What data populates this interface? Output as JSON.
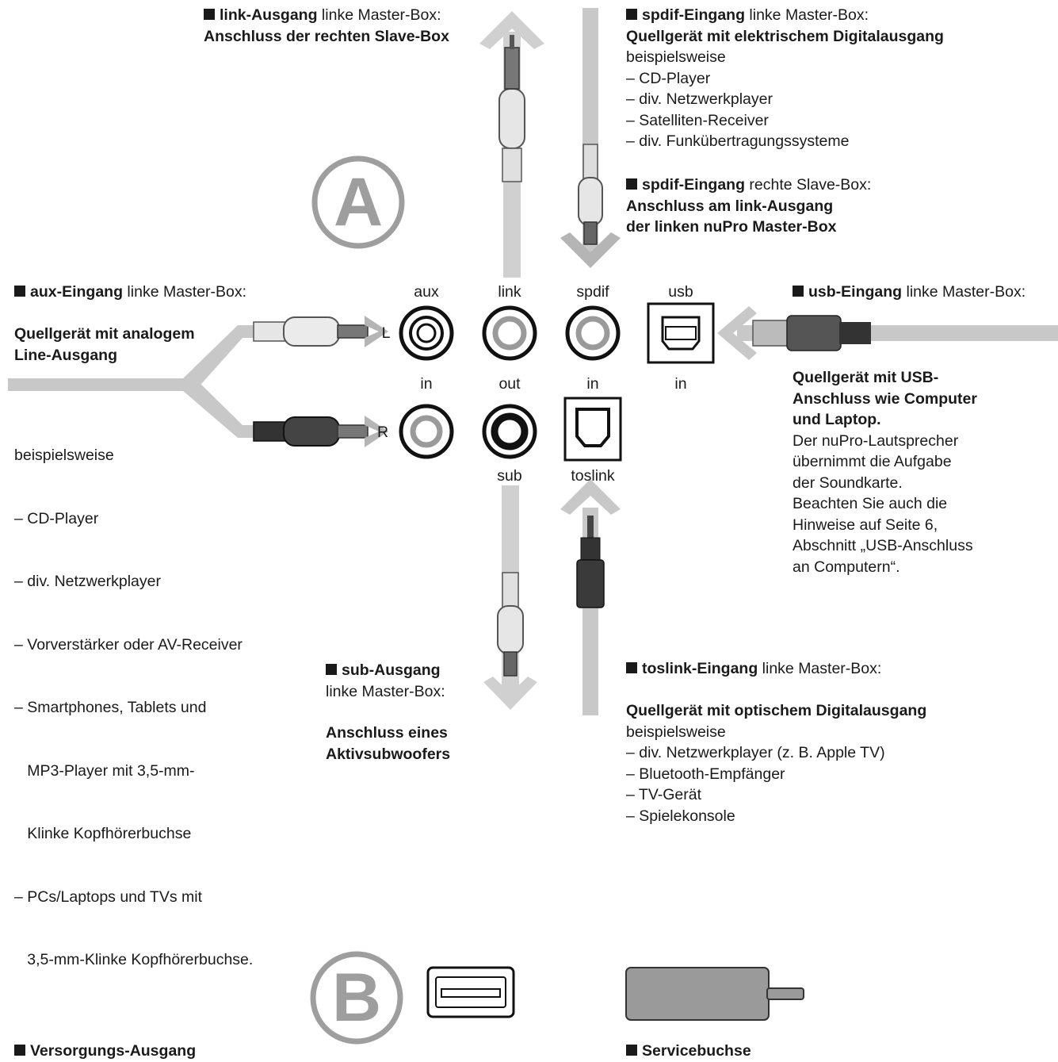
{
  "section_a": {
    "letter": "A",
    "link_out": {
      "title": "link-Ausgang",
      "rest": " linke Master-Box:",
      "line2": "Anschluss der rechten Slave-Box"
    },
    "spdif_in_left": {
      "title": "spdif-Eingang",
      "rest": " linke Master-Box:",
      "line2": "Quellgerät mit elektrischem Digitalausgang",
      "intro": "beispielsweise",
      "items": [
        "– CD-Player",
        "– div. Netzwerkplayer",
        "– Satelliten-Receiver",
        "– div. Funkübertragungssysteme"
      ]
    },
    "spdif_in_right": {
      "title": "spdif-Eingang",
      "rest": " rechte Slave-Box:",
      "line2": "Anschluss am link-Ausgang",
      "line3": "der linken nuPro Master-Box"
    },
    "aux_in": {
      "title": "aux-Eingang",
      "rest": " linke Master-Box:",
      "bold1": "Quellgerät mit analogem",
      "bold2": "Line-Ausgang",
      "intro": "beispielsweise",
      "items": [
        "– CD-Player",
        "– div. Netzwerkplayer",
        "– Vorverstärker oder AV-Receiver",
        "– Smartphones, Tablets und",
        "   MP3-Player mit 3,5-mm-",
        "   Klinke Kopfhörerbuchse",
        "– PCs/Laptops und TVs mit",
        "   3,5-mm-Klinke Kopfhörerbuchse."
      ]
    },
    "usb_in": {
      "title": "usb-Eingang",
      "rest": " linke Master-Box:",
      "bold": [
        "Quellgerät mit USB-",
        "Anschluss wie Computer",
        "und Laptop."
      ],
      "lines": [
        "Der nuPro-Lautsprecher",
        "übernimmt die Aufgabe",
        "der Soundkarte.",
        "Beachten Sie auch die",
        "Hinweise auf Seite 6,",
        "Abschnitt „USB-Anschluss",
        "an Computern“."
      ]
    },
    "sub_out": {
      "title": "sub-Ausgang",
      "line2": "linke Master-Box:",
      "bold1": "Anschluss eines",
      "bold2": "Aktivsubwoofers"
    },
    "toslink_in": {
      "title": "toslink-Eingang",
      "rest": " linke Master-Box:",
      "line2": "Quellgerät mit optischem Digitalausgang",
      "intro": "beispielsweise",
      "items": [
        "– div. Netzwerkplayer (z. B. Apple TV)",
        "– Bluetooth-Empfänger",
        "– TV-Gerät",
        "– Spielekonsole"
      ]
    },
    "port_labels": {
      "aux": "aux",
      "link": "link",
      "spdif": "spdif",
      "usb": "usb",
      "in1": "in",
      "out": "out",
      "in2": "in",
      "in3": "in",
      "sub": "sub",
      "toslink": "toslink",
      "L": "L",
      "R": "R"
    }
  },
  "section_b": {
    "letter": "B",
    "supply_out": "Versorgungs-Ausgang",
    "service": "Servicebuchse"
  },
  "colors": {
    "arrow": "#cfcfcf",
    "letter": "#9e9e9e",
    "text": "#1a1a1a"
  }
}
